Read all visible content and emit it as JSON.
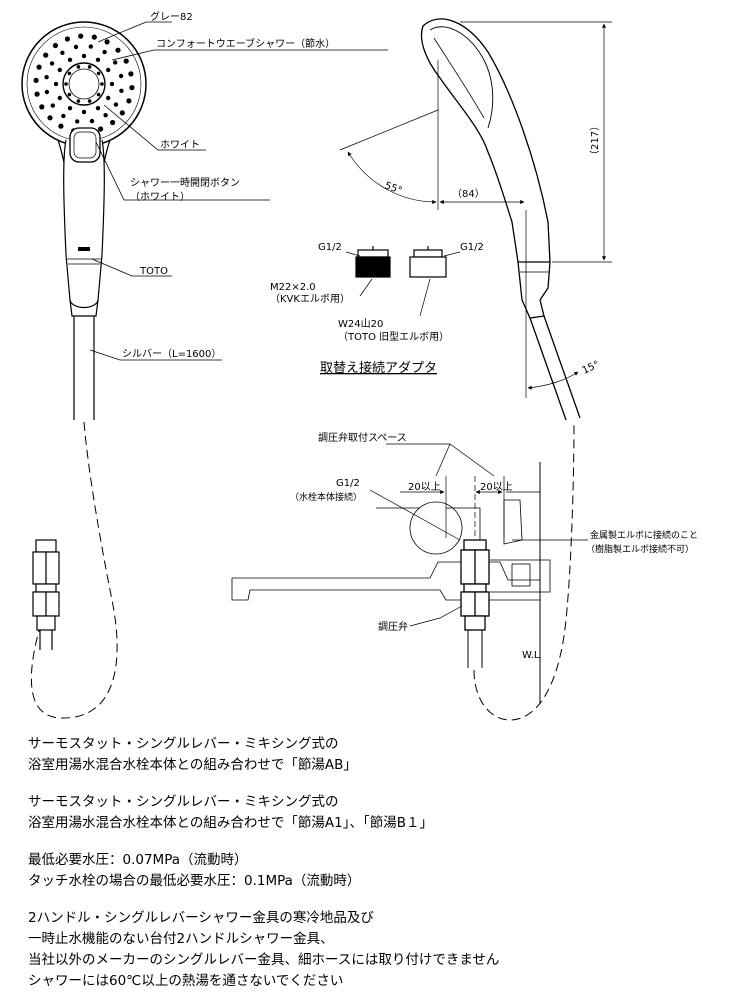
{
  "shower_head": {
    "callouts": {
      "color_gray": "グレー82",
      "spray_name": "コンフォートウエーブシャワー（節水）",
      "color_white": "ホワイト",
      "button_line1": "シャワー一時開閉ボタン",
      "button_line2": "（ホワイト）",
      "brand": "TOTO",
      "hose": "シルバー（L=1600）"
    }
  },
  "side_view": {
    "angle_head": "55°",
    "angle_hose": "15°",
    "dim_height": "（217）",
    "dim_width": "（84）"
  },
  "adapters": {
    "title": "取替え接続アダプタ",
    "left": {
      "thread": "G1/2",
      "spec1": "M22×2.0",
      "spec2": "（KVKエルボ用）"
    },
    "right": {
      "thread": "G1/2",
      "spec1": "W24山20",
      "spec2": "（TOTO 旧型エルボ用）"
    }
  },
  "installation": {
    "space_label": "調圧弁取付スペース",
    "gap_left": "20以上",
    "gap_right": "20以上",
    "thread": "G1/2",
    "thread_note": "（水栓本体接続）",
    "metal_note1": "金属製エルボに接続のこと",
    "metal_note2": "（樹脂製エルボ接続不可）",
    "valve_label": "調圧弁",
    "wall_label": "W.L"
  },
  "notes": [
    [
      "サーモスタット・シングルレバー・ミキシング式の",
      "浴室用湯水混合水栓本体との組み合わせで「節湯AB」"
    ],
    [
      "サーモスタット・シングルレバー・ミキシング式の",
      "浴室用湯水混合水栓本体との組み合わせで「節湯A1」、「節湯B１」"
    ],
    [
      "最低必要水圧：0.07MPa（流動時）",
      "タッチ水栓の場合の最低必要水圧：0.1MPa（流動時）"
    ],
    [
      "2ハンドル・シングルレバーシャワー金具の寒冷地品及び",
      "一時止水機能のない台付2ハンドルシャワー金具、",
      "当社以外のメーカーのシングルレバー金具、細ホースには取り付けできません",
      "シャワーには60℃以上の熱湯を通さないでください"
    ]
  ]
}
